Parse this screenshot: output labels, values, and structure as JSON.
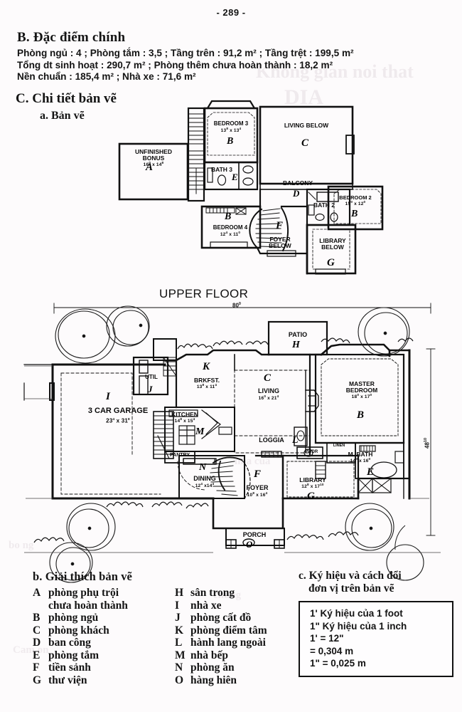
{
  "page_number": "- 289 -",
  "section_b": {
    "heading": "B. Đặc điểm chính",
    "specs": [
      "Phòng ngủ : 4 ; Phòng tắm : 3,5 ; Tầng trên : 91,2 m² ; Tầng trệt : 199,5 m²",
      "Tổng dt sinh hoạt : 290,7 m² ; Phòng thêm chưa hoàn thành : 18,2 m²",
      "Nền chuẩn : 185,4 m² ; Nhà xe : 71,6 m²"
    ]
  },
  "section_c": {
    "heading": "C. Chi tiết bản vẽ",
    "subheading": "a. Bản vẽ"
  },
  "upper_floor": {
    "title": "UPPER FLOOR",
    "width_dim": "80⁰",
    "rooms": [
      {
        "name": "UNFINISHED\nBONUS",
        "dim": "16⁰ x 14⁸",
        "key": "A"
      },
      {
        "name": "BEDROOM 3",
        "dim": "13⁸ x 13⁴",
        "key": "B"
      },
      {
        "name": "LIVING BELOW",
        "dim": "",
        "key": "C"
      },
      {
        "name": "BATH 3",
        "dim": "",
        "key": "E"
      },
      {
        "name": "BALCONY",
        "dim": "",
        "key": "D"
      },
      {
        "name": "BATH 2",
        "dim": "",
        "key": ""
      },
      {
        "name": "BEDROOM 2",
        "dim": "15⁰ x 12⁰",
        "key": "B"
      },
      {
        "name": "BEDROOM 4",
        "dim": "12⁴ x 11⁰",
        "key": "B"
      },
      {
        "name": "FOYER\nBELOW",
        "dim": "",
        "key": "F"
      },
      {
        "name": "LIBRARY\nBELOW",
        "dim": "",
        "key": "G"
      }
    ]
  },
  "main_floor": {
    "depth_dim": "48¹⁰",
    "rooms": [
      {
        "name": "3 CAR GARAGE",
        "dim": "23⁴ x 31⁸",
        "key": "I"
      },
      {
        "name": "UTIL",
        "dim": "",
        "key": "J"
      },
      {
        "name": "BRKFST.",
        "dim": "13⁸ x 11⁴",
        "key": "K"
      },
      {
        "name": "KITCHEN",
        "dim": "14⁸ x 15⁴",
        "key": "M"
      },
      {
        "name": "PANTRY",
        "dim": "",
        "key": ""
      },
      {
        "name": "PATIO",
        "dim": "",
        "key": "H"
      },
      {
        "name": "LIVING",
        "dim": "16⁰ x 21⁴",
        "key": "C"
      },
      {
        "name": "MASTER\nBEDROOM",
        "dim": "18⁰ x 17⁰",
        "key": "B"
      },
      {
        "name": "LOGGIA",
        "dim": "",
        "key": "L"
      },
      {
        "name": "M. BATH",
        "dim": "14⁰ x 16⁰",
        "key": "E"
      },
      {
        "name": "PWDR",
        "dim": "",
        "key": ""
      },
      {
        "name": "LINEN",
        "dim": "",
        "key": ""
      },
      {
        "name": "DINING",
        "dim": "12⁴ x 14⁴",
        "key": "N"
      },
      {
        "name": "FOYER",
        "dim": "10⁸ x 16⁴",
        "key": "F"
      },
      {
        "name": "LIBRARY",
        "dim": "12⁸ x 17¹⁰",
        "key": "G"
      },
      {
        "name": "PORCH",
        "dim": "",
        "key": "O"
      }
    ]
  },
  "legend": {
    "heading": "b. Giải thích bản vẽ",
    "left": [
      {
        "letter": "A",
        "text": "phòng phụ trội",
        "cont": "chưa hoàn thành"
      },
      {
        "letter": "B",
        "text": "phòng ngủ"
      },
      {
        "letter": "C",
        "text": "phòng khách"
      },
      {
        "letter": "D",
        "text": "ban công"
      },
      {
        "letter": "E",
        "text": "phòng tắm"
      },
      {
        "letter": "F",
        "text": "tiền sảnh"
      },
      {
        "letter": "G",
        "text": "thư viện"
      }
    ],
    "right": [
      {
        "letter": "H",
        "text": "sân trong"
      },
      {
        "letter": "I",
        "text": "nhà xe"
      },
      {
        "letter": "J",
        "text": "phòng cất đồ"
      },
      {
        "letter": "K",
        "text": "phòng điểm tâm"
      },
      {
        "letter": "L",
        "text": "hành lang ngoài"
      },
      {
        "letter": "M",
        "text": "nhà bếp"
      },
      {
        "letter": "N",
        "text": "phòng ăn"
      },
      {
        "letter": "O",
        "text": "hàng hiên"
      }
    ]
  },
  "conversion": {
    "heading_line1": "c. Ký hiệu và cách đổi",
    "heading_line2": "đơn vị trên bản vẽ",
    "rows": [
      "1' Ký hiệu của 1 foot",
      "1\" Ký hiệu của 1 inch",
      "1'   = 12\"",
      "     = 0,304 m",
      "1\"  = 0,025 m"
    ]
  },
  "colors": {
    "ink": "#0a0a0a",
    "paper": "#fdfbfc",
    "ghost": "rgba(120,90,110,0.10)"
  }
}
